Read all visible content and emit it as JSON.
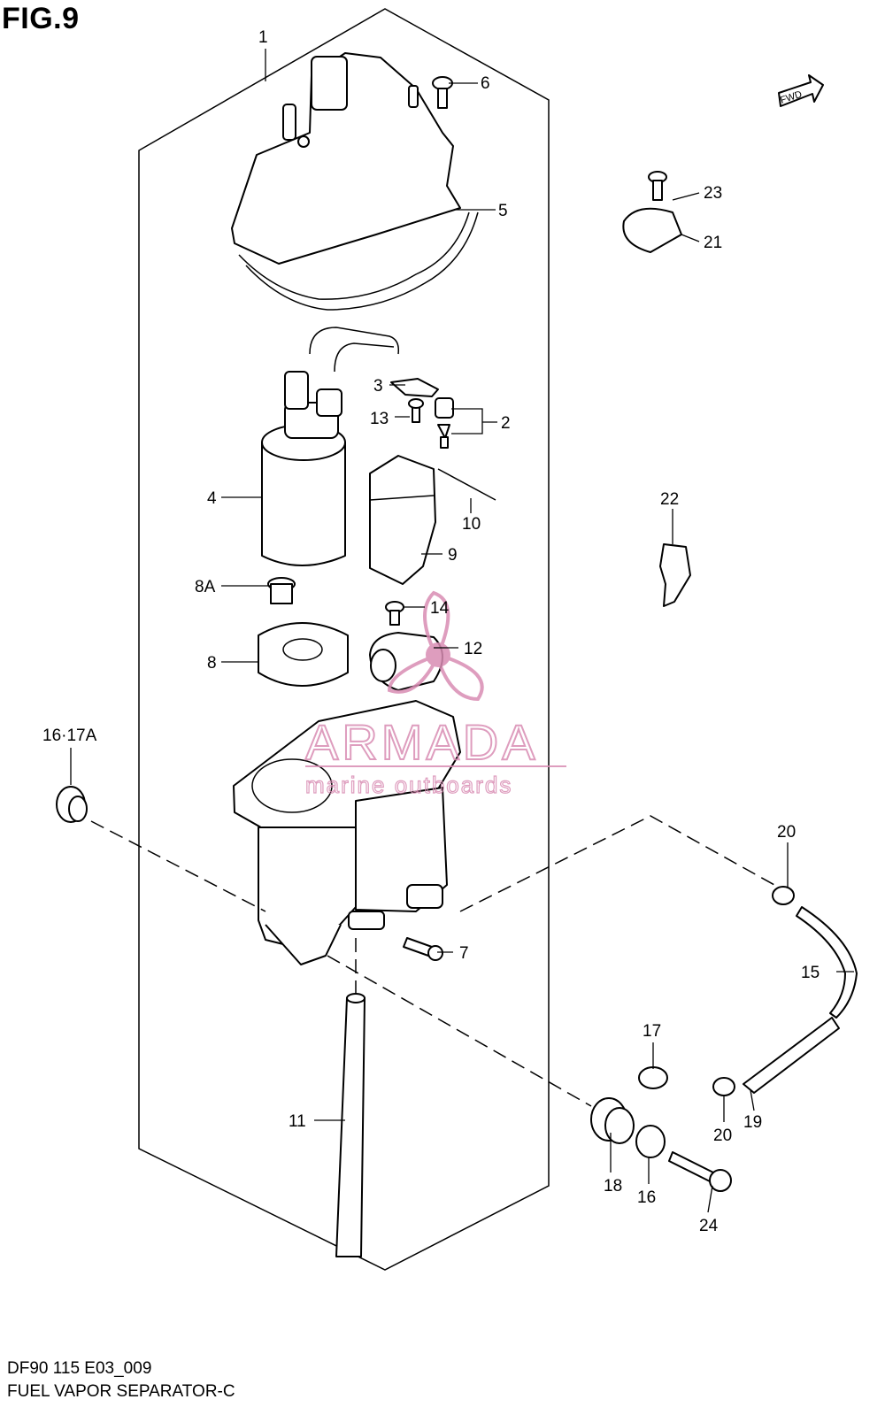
{
  "figure": {
    "title": "FIG.9",
    "diagram_code": "DF90 115 E03_009",
    "diagram_name": "FUEL VAPOR SEPARATOR-C"
  },
  "direction_marker": {
    "label": "FWD",
    "icon": "arrow-right-icon"
  },
  "watermark": {
    "brand": "ARMADA",
    "tagline": "marine outboards",
    "color": "#d98cb3"
  },
  "callouts": {
    "c1": "1",
    "c2": "2",
    "c3": "3",
    "c4": "4",
    "c5": "5",
    "c6": "6",
    "c7": "7",
    "c8": "8",
    "c8a": "8A",
    "c9": "9",
    "c10": "10",
    "c11": "11",
    "c12": "12",
    "c13": "13",
    "c14": "14",
    "c15": "15",
    "c16": "16",
    "c16_17a": "16·17A",
    "c17": "17",
    "c18": "18",
    "c19": "19",
    "c20a": "20",
    "c20b": "20",
    "c21": "21",
    "c22": "22",
    "c23": "23",
    "c24": "24"
  }
}
